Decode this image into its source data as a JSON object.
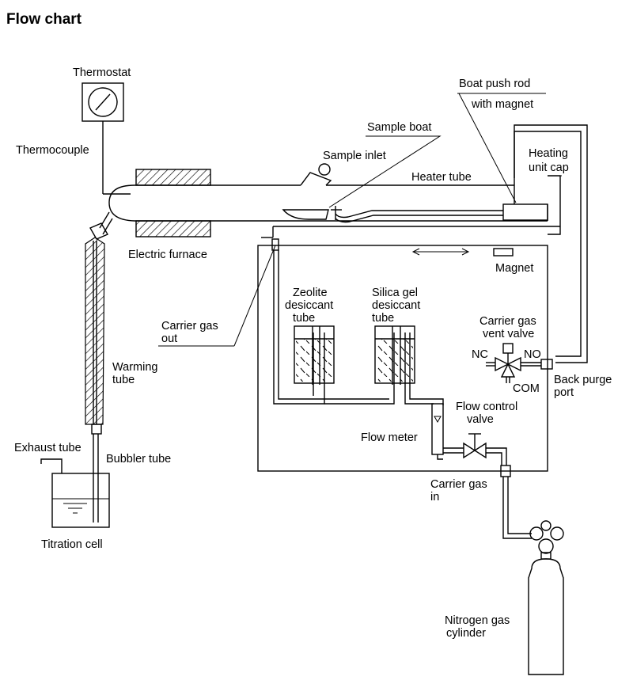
{
  "title": "Flow chart",
  "labels": {
    "thermostat": "Thermostat",
    "thermocouple": "Thermocouple",
    "boat_push_rod_1": "Boat push rod",
    "boat_push_rod_2": "with magnet",
    "sample_boat": "Sample boat",
    "sample_inlet": "Sample inlet",
    "heating_unit_cap_1": "Heating",
    "heating_unit_cap_2": "unit cap",
    "heater_tube": "Heater tube",
    "electric_furnace": "Electric furnace",
    "magnet": "Magnet",
    "zeolite_1": "Zeolite",
    "zeolite_2": "desiccant",
    "zeolite_3": "tube",
    "silica_1": "Silica gel",
    "silica_2": "desiccant",
    "silica_3": "tube",
    "carrier_out_1": "Carrier gas",
    "carrier_out_2": "out",
    "vent_valve_1": "Carrier gas",
    "vent_valve_2": "vent valve",
    "nc": "NC",
    "no": "NO",
    "com": "COM",
    "back_purge_1": "Back purge",
    "back_purge_2": "port",
    "warming_1": "Warming",
    "warming_2": "tube",
    "flow_control_1": "Flow control",
    "flow_control_2": "valve",
    "flow_meter": "Flow meter",
    "exhaust_tube": "Exhaust tube",
    "bubbler_tube": "Bubbler tube",
    "carrier_in_1": "Carrier gas",
    "carrier_in_2": "in",
    "titration_cell": "Titration cell",
    "nitrogen_1": "Nitrogen gas",
    "nitrogen_2": "cylinder"
  }
}
